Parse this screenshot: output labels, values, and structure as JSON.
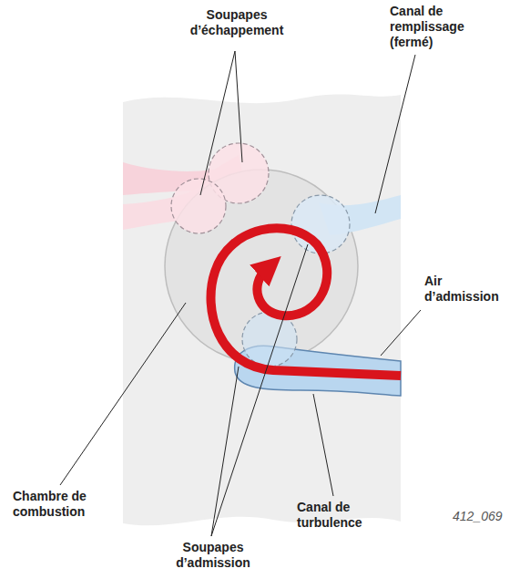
{
  "diagram": {
    "labels": [
      "Soupapes d’échappement",
      "Canal de remplissage (fermé)",
      "Air d’admission",
      "Chambre de combustion",
      "Soupapes d’admission",
      "Canal de turbulence",
      "412_069"
    ]
  }
}
